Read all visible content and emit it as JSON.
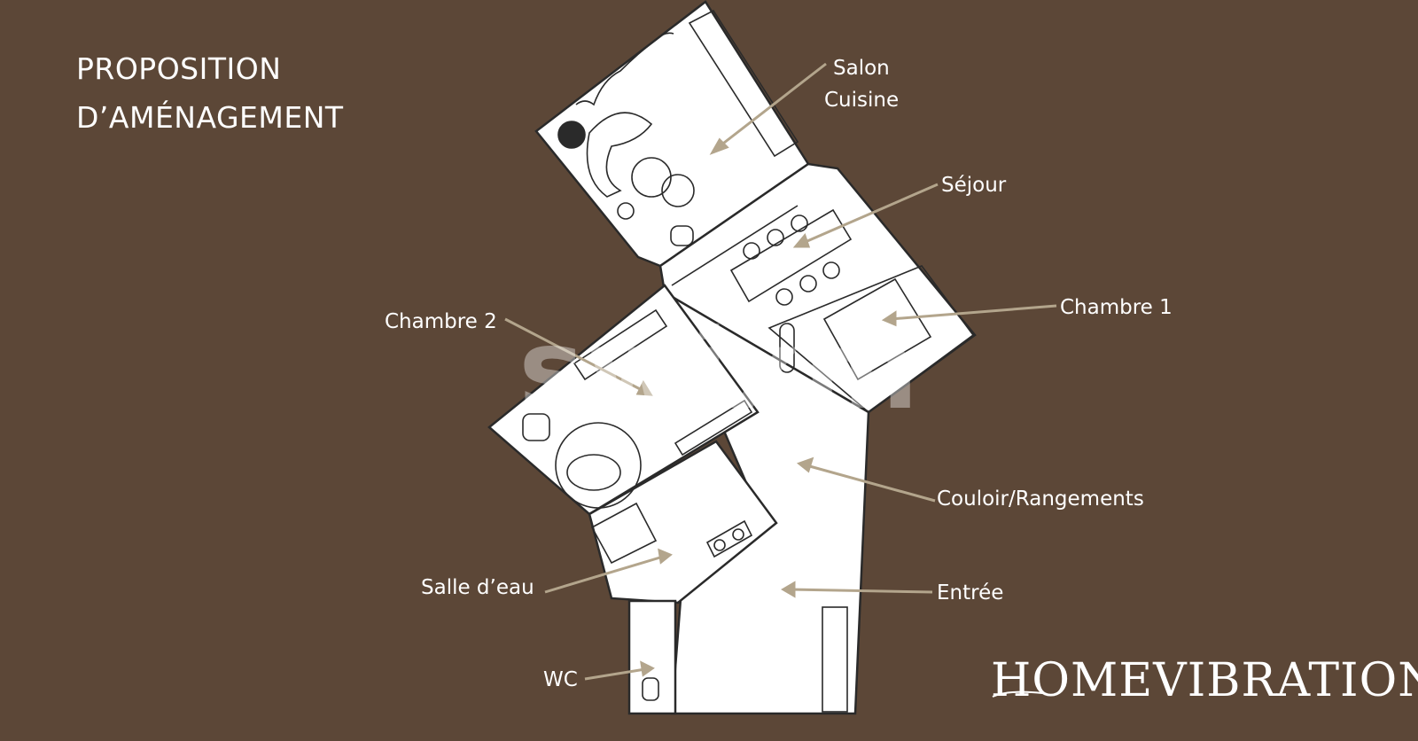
{
  "title": {
    "line1": "PROPOSITION",
    "line2": "D’AMÉNAGEMENT"
  },
  "rooms": {
    "salon": "Salon",
    "cuisine": "Cuisine",
    "sejour": "Séjour",
    "chambre1": "Chambre 1",
    "chambre2": "Chambre 2",
    "couloir": "Couloir/Rangements",
    "salle_eau": "Salle d’eau",
    "entree": "Entrée",
    "wc": "WC"
  },
  "watermark": "swixm",
  "logo": "HOMEVIBRATIONS",
  "colors": {
    "background": "#5c4737",
    "plan_fill": "#ffffff",
    "plan_stroke": "#2a2a2a",
    "leader_line": "#b3a58c"
  }
}
